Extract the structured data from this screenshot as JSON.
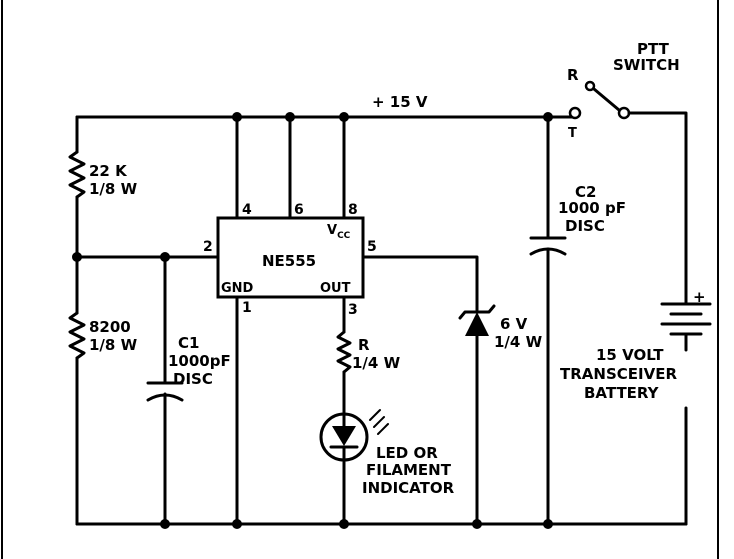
{
  "supply": {
    "label": "+ 15 V"
  },
  "ptt": {
    "title_line1": "PTT",
    "title_line2": "SWITCH",
    "pos_r": "R",
    "pos_t": "T"
  },
  "r1": {
    "value": "22 K",
    "rating": "1/8 W"
  },
  "r2": {
    "value": "8200",
    "rating": "1/8 W"
  },
  "c1": {
    "name": "C1",
    "value": "1000pF",
    "type": "DISC"
  },
  "c2": {
    "name": "C2",
    "value": "1000 pF",
    "type": "DISC"
  },
  "ic": {
    "name": "NE555",
    "vcc": "V",
    "vcc_sub": "CC",
    "gnd": "GND",
    "out": "OUT",
    "pins": {
      "p1": "1",
      "p2": "2",
      "p3": "3",
      "p4": "4",
      "p5": "5",
      "p6": "6",
      "p8": "8"
    }
  },
  "r3": {
    "name": "R",
    "rating": "1/4 W"
  },
  "led": {
    "line1": "LED OR",
    "line2": "FILAMENT",
    "line3": "INDICATOR"
  },
  "zener": {
    "value": "6 V",
    "rating": "1/4 W"
  },
  "battery": {
    "line1": "15 VOLT",
    "line2": "TRANSCEIVER",
    "line3": "BATTERY",
    "polarity": "+"
  }
}
